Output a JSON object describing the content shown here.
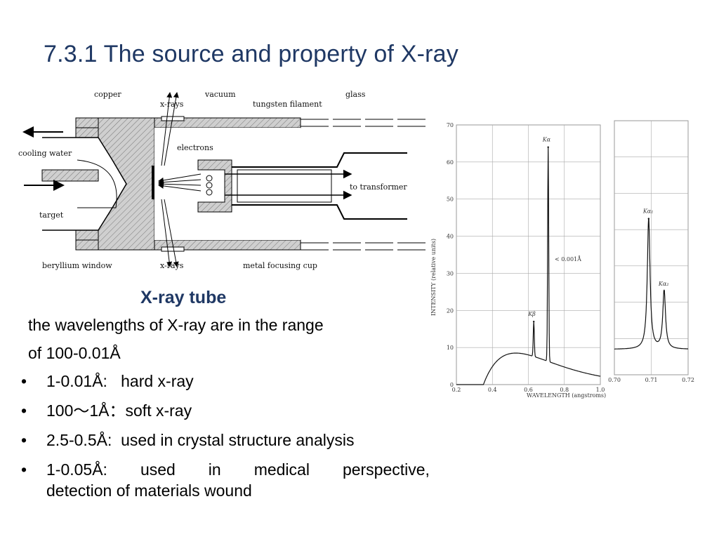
{
  "slide": {
    "title": "7.3.1 The source and property of X-ray",
    "caption": "X-ray tube",
    "intro_line1": "the wavelengths of X-ray are in the range",
    "intro_line2": "of 100-0.01Å"
  },
  "diagram_labels": {
    "copper": "copper",
    "xrays_top": "x-rays",
    "vacuum": "vacuum",
    "tungsten_filament": "tungsten filament",
    "glass": "glass",
    "cooling_water": "cooling water",
    "electrons": "electrons",
    "to_transformer": "to transformer",
    "target": "target",
    "beryllium_window": "beryllium window",
    "xrays_bottom": "x-rays",
    "metal_focusing_cup": "metal focusing cup"
  },
  "bullets": [
    {
      "range": "1-0.01Å:",
      "desc": "hard x-ray"
    },
    {
      "range": "100～1Å：",
      "desc": "soft x-ray"
    },
    {
      "range": "2.5-0.5Å:",
      "desc": "used in crystal structure analysis"
    },
    {
      "range": "1-0.05Å:",
      "w1": "used",
      "w2": "in",
      "w3": "medical",
      "w4": "perspective,",
      "line2": "detection of  materials wound"
    }
  ],
  "chart_data": {
    "type": "line",
    "xlabel": "WAVELENGTH (angstroms)",
    "ylabel": "INTENSITY (relative units)",
    "ylim": [
      0,
      70
    ],
    "yticks": [
      "0",
      "10",
      "20",
      "30",
      "40",
      "50",
      "60",
      "70"
    ],
    "main_panel": {
      "xlim": [
        0.2,
        1.0
      ],
      "xticks": [
        "0.2",
        "0.4",
        "0.6",
        "0.8",
        "1.0"
      ],
      "peaks": [
        {
          "label": "Kβ",
          "x": 0.63,
          "y": 17
        },
        {
          "label": "Kα",
          "x": 0.71,
          "y": 64
        }
      ],
      "annotation": "< 0.001Å"
    },
    "zoom_panel": {
      "xlim": [
        0.7,
        0.72
      ],
      "xticks": [
        "0.70",
        "0.71",
        "0.72"
      ],
      "peaks": [
        {
          "label": "Kα₁",
          "x": 0.7093,
          "y": 43
        },
        {
          "label": "Kα₂",
          "x": 0.7135,
          "y": 23
        }
      ]
    },
    "grid": true
  }
}
